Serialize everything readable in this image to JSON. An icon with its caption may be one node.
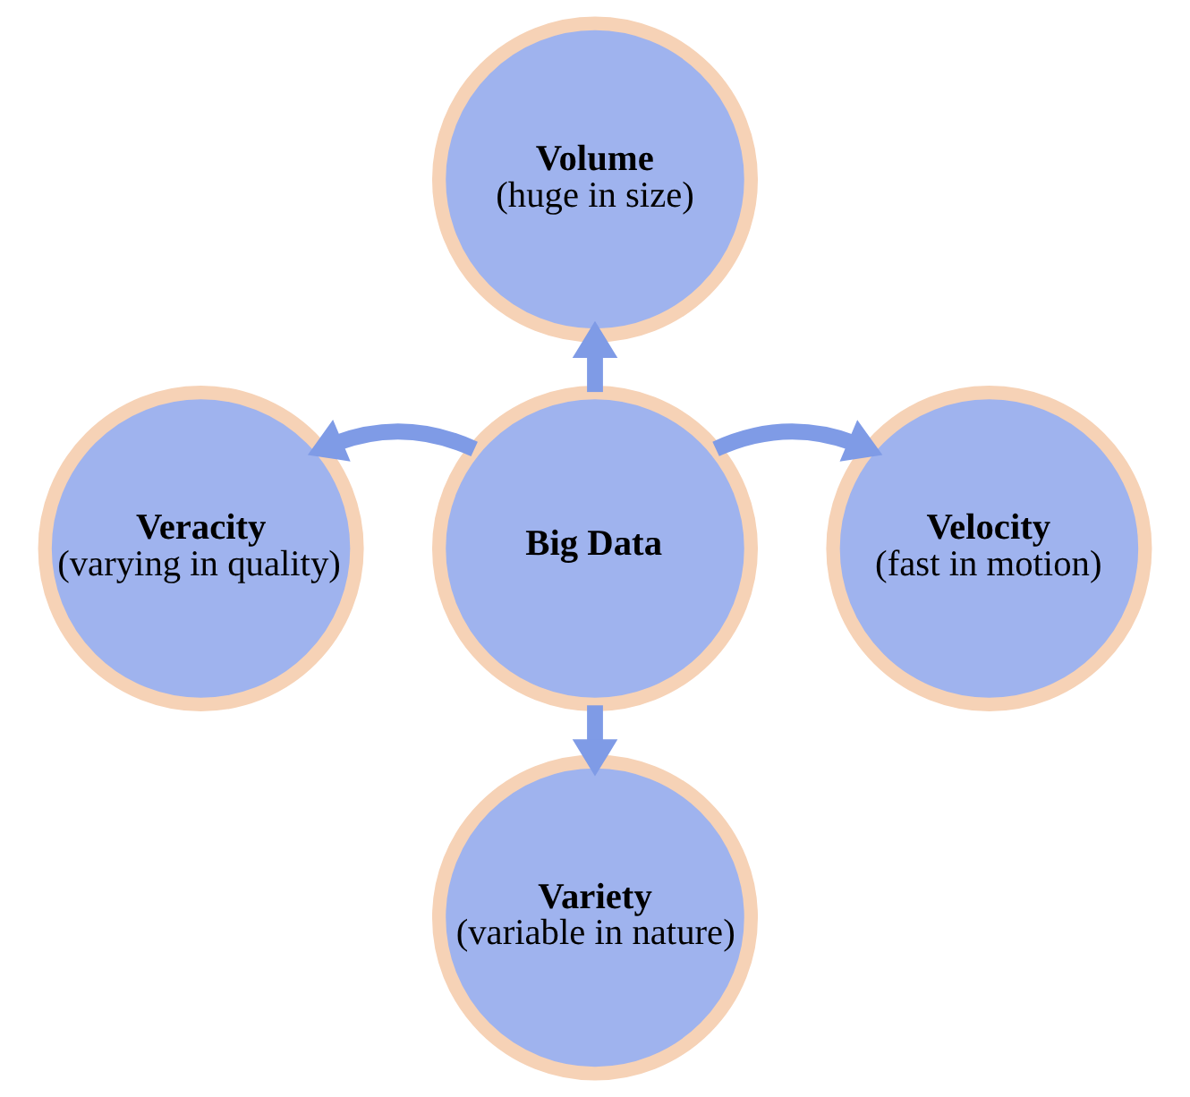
{
  "diagram": {
    "nodes": [
      {
        "text": [
          "Big Data"
        ]
      },
      {
        "text": [
          "Volume",
          "(huge in size)"
        ]
      },
      {
        "text": [
          "Velocity",
          "(fast in motion)"
        ]
      },
      {
        "text": [
          "Variety",
          "(variable in nature)"
        ]
      },
      {
        "text": [
          "Veracity",
          "(varying in quality)"
        ]
      }
    ],
    "edges": [
      {
        "from": 0,
        "to": 1,
        "arrow": "to"
      },
      {
        "from": 0,
        "to": 2,
        "arrow": "to"
      },
      {
        "from": 0,
        "to": 3,
        "arrow": "to"
      },
      {
        "from": 0,
        "to": 4,
        "arrow": "to"
      }
    ]
  }
}
